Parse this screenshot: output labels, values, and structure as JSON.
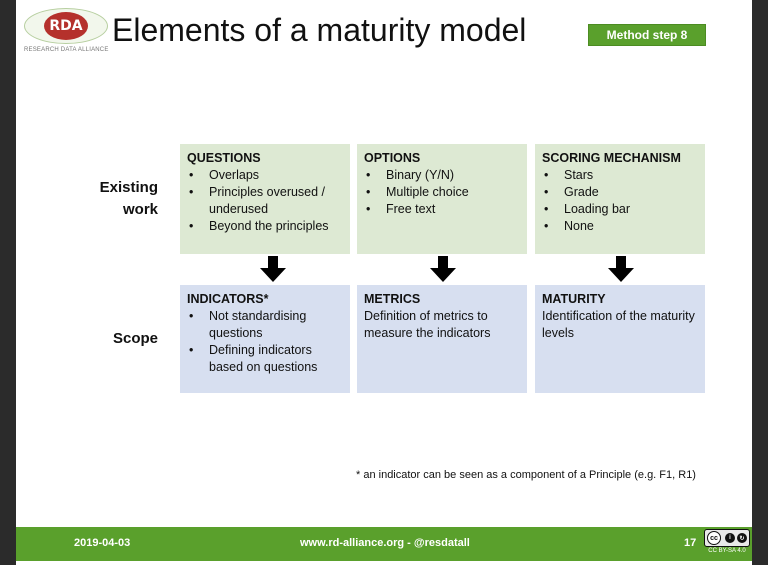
{
  "header": {
    "logo_text": "RDA",
    "logo_subtitle": "RESEARCH DATA ALLIANCE",
    "title": "Elements of a maturity model",
    "badge": "Method step 8"
  },
  "rows": {
    "existing_label_1": "Existing",
    "existing_label_2": "work",
    "scope_label": "Scope"
  },
  "existing": [
    {
      "title": "QUESTIONS",
      "items": [
        "Overlaps",
        "Principles overused / underused",
        "Beyond the principles"
      ]
    },
    {
      "title": "OPTIONS",
      "items": [
        "Binary (Y/N)",
        "Multiple choice",
        "Free text"
      ]
    },
    {
      "title": "SCORING MECHANISM",
      "items": [
        "Stars",
        "Grade",
        "Loading bar",
        "None"
      ]
    }
  ],
  "scope": [
    {
      "title": "INDICATORS*",
      "items": [
        "Not standardising questions",
        "Defining indicators based on questions"
      ]
    },
    {
      "title": "METRICS",
      "text": "Definition of metrics to measure the indicators"
    },
    {
      "title": "MATURITY",
      "text": "Identification of the maturity levels"
    }
  ],
  "footnote": "* an indicator can be seen as a component of a Principle (e.g. F1, R1)",
  "footer": {
    "date": "2019-04-03",
    "site": "www.rd-alliance.org -  @resdatall",
    "page": "17",
    "license": "CC BY-SA 4.0"
  },
  "icons": {
    "arrow": "down-arrow-icon",
    "license": "cc-by-sa-icon"
  },
  "colors": {
    "accent_green": "#5aa02c",
    "box_green": "#dde9d3",
    "box_blue": "#d7dff0",
    "logo_red": "#b5312c"
  }
}
